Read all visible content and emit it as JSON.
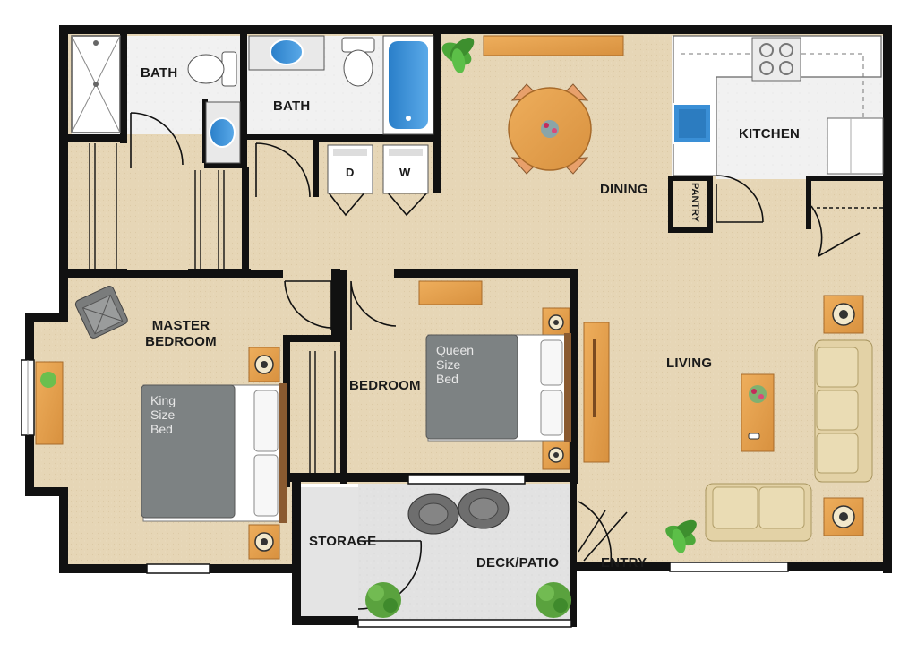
{
  "rooms": {
    "bath_left": "BATH",
    "bath_right": "BATH",
    "kitchen": "KITCHEN",
    "dining": "DINING",
    "pantry": "PANTRY",
    "master_bedroom_line1": "MASTER",
    "master_bedroom_line2": "BEDROOM",
    "bedroom": "BEDROOM",
    "living": "LIVING",
    "storage": "STORAGE",
    "deck_patio": "DECK/PATIO",
    "entry": "ENTRY"
  },
  "appliances": {
    "dryer": "D",
    "washer": "W"
  },
  "beds": {
    "king": [
      "King",
      "Size",
      "Bed"
    ],
    "queen": [
      "Queen",
      "Size",
      "Bed"
    ]
  },
  "colors": {
    "wall": "#111111",
    "floor_carpet": "#e6d6b6",
    "tile": "#f2f2f2",
    "patio": "#e3e3e3",
    "bed_cover": "#7d8283",
    "wood": "#e6a24e",
    "sofa": "#e3d2a6",
    "plant": "#4ca83a"
  }
}
